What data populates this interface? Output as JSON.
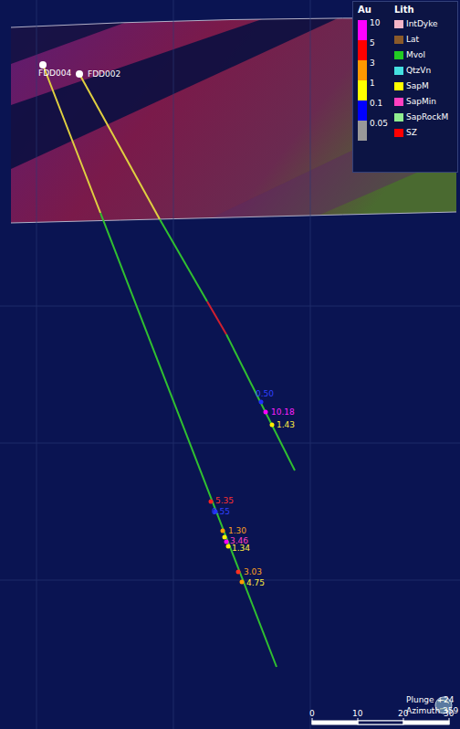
{
  "diagram": {
    "labels": [
      "FDD004",
      "FDD002",
      "0.50",
      "10.18",
      "1.43",
      "5.35",
      "0.55",
      "1.30",
      "3.46",
      "1.34",
      "3.03",
      "4.75",
      "Plunge +24",
      "Azimuth 359",
      "0",
      "10",
      "20",
      "30",
      "Au",
      "Lith"
    ],
    "legend": [
      {
        "text": "10",
        "color": "#ff00ff"
      },
      {
        "text": "5",
        "color": "#ff0000"
      },
      {
        "text": "3",
        "color": "#ff9900"
      },
      {
        "text": "1",
        "color": "#ffff00"
      },
      {
        "text": "0.1",
        "color": "#0000ff"
      },
      {
        "text": "0.05",
        "color": "#999999"
      },
      {
        "text": "IntDyke",
        "color": "#f4b6c8"
      },
      {
        "text": "Lat",
        "color": "#8a5a2a"
      },
      {
        "text": "Mvol",
        "color": "#22cc22"
      },
      {
        "text": "QtzVn",
        "color": "#44e0e0"
      },
      {
        "text": "SapM",
        "color": "#ffff00"
      },
      {
        "text": "SapMin",
        "color": "#ff40c0"
      },
      {
        "text": "SapRockM",
        "color": "#90ee90"
      },
      {
        "text": "SZ",
        "color": "#ff0000"
      }
    ]
  }
}
